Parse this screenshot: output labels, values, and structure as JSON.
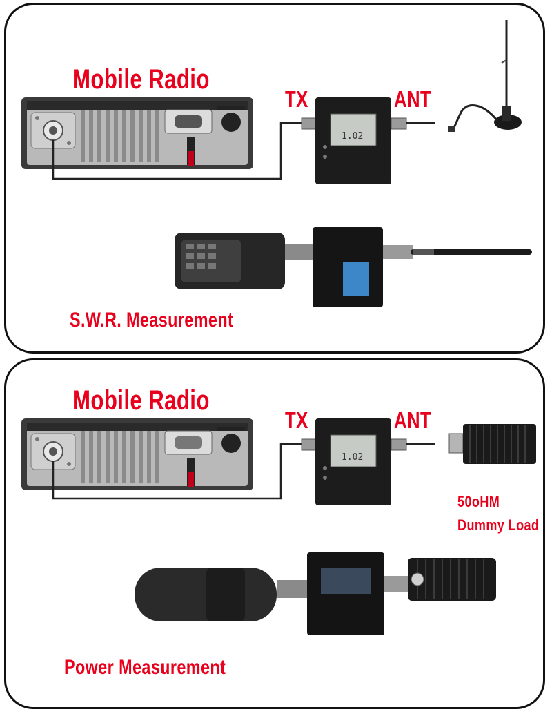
{
  "panels": [
    {
      "title": "Mobile Radio",
      "port_in": "TX",
      "port_out": "ANT",
      "meter_reading": "1.02",
      "caption": "S.W.R. Measurement",
      "load_type": "antenna"
    },
    {
      "title": "Mobile Radio",
      "port_in": "TX",
      "port_out": "ANT",
      "meter_reading": "1.02",
      "caption": "Power Measurement",
      "load_type": "dummy-load",
      "load_label_line1": "50oHM",
      "load_label_line2": "Dummy Load"
    }
  ],
  "colors": {
    "label_red": "#e8001c",
    "panel_border": "#111111",
    "radio_body": "#b7b7b7",
    "meter_body": "#1c1c1c",
    "cable_red": "#c0001a"
  }
}
